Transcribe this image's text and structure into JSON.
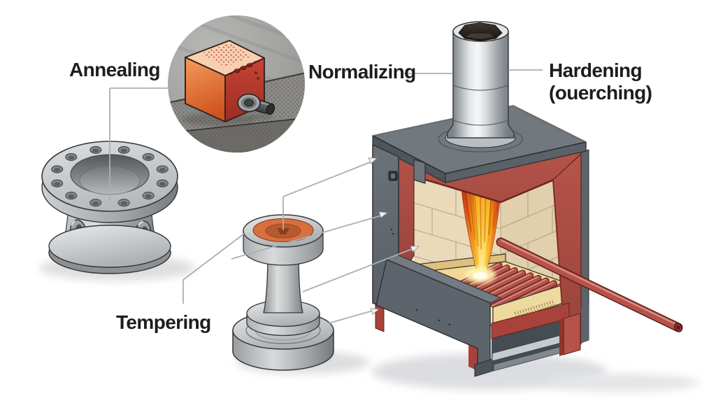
{
  "figure": {
    "type": "technical-illustration",
    "subject": "Steel heat treatment processes"
  },
  "labels": {
    "annealing": "Annealing",
    "normalizing": "Normalizing",
    "hardening_line1": "Hardening",
    "hardening_line2": "(ouerching)",
    "tempering": "Tempering"
  },
  "parts": [
    {
      "name": "flanged-coupling",
      "process_label": "Annealing"
    },
    {
      "name": "magnifier-inset-cube",
      "process_label": "Annealing"
    },
    {
      "name": "chimney-stack",
      "process_label": "Normalizing"
    },
    {
      "name": "furnace-cutaway",
      "process_label": "Hardening (ouerching)"
    },
    {
      "name": "spool-hub",
      "process_label": "Tempering"
    },
    {
      "name": "heated-rod",
      "process_label": ""
    }
  ],
  "colors": {
    "background": "#ffffff",
    "label_text": "#1d1d1d",
    "leader_line": "#a9b0b4",
    "furnace_gray": "#6f767c",
    "furnace_red": "#b5524a",
    "firebrick": "#eadaba",
    "flame_orange": "#ee8214",
    "flame_glow": "#fff2ae",
    "steel_silver": "#c7c9cb",
    "part_orange": "#d96f3f",
    "cube_red": "#c0392b",
    "granite_gray": "#6e6d69"
  }
}
